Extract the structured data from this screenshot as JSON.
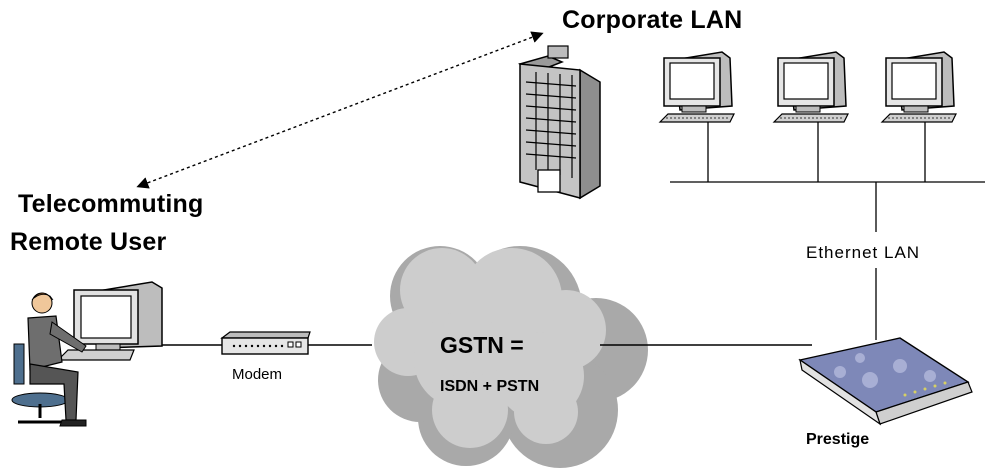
{
  "labels": {
    "corporate_lan": "Corporate LAN",
    "remote_user_line1": "Telecommuting",
    "remote_user_line2": "Remote User",
    "ethernet_lan": "Ethernet LAN",
    "modem": "Modem",
    "gstn": "GSTN  =",
    "isdn_pstn": "ISDN + PSTN",
    "prestige": "Prestige"
  },
  "colors": {
    "line": "#000000",
    "cloud_light": "#c8c8c8",
    "cloud_dark": "#a8a8a8",
    "monitor_body": "#d8d8d8",
    "building": "#b0b0b0"
  },
  "icons": [
    "office-building-icon",
    "computer-icon",
    "remote-user-icon",
    "modem-icon",
    "router-icon",
    "cloud-icon"
  ]
}
